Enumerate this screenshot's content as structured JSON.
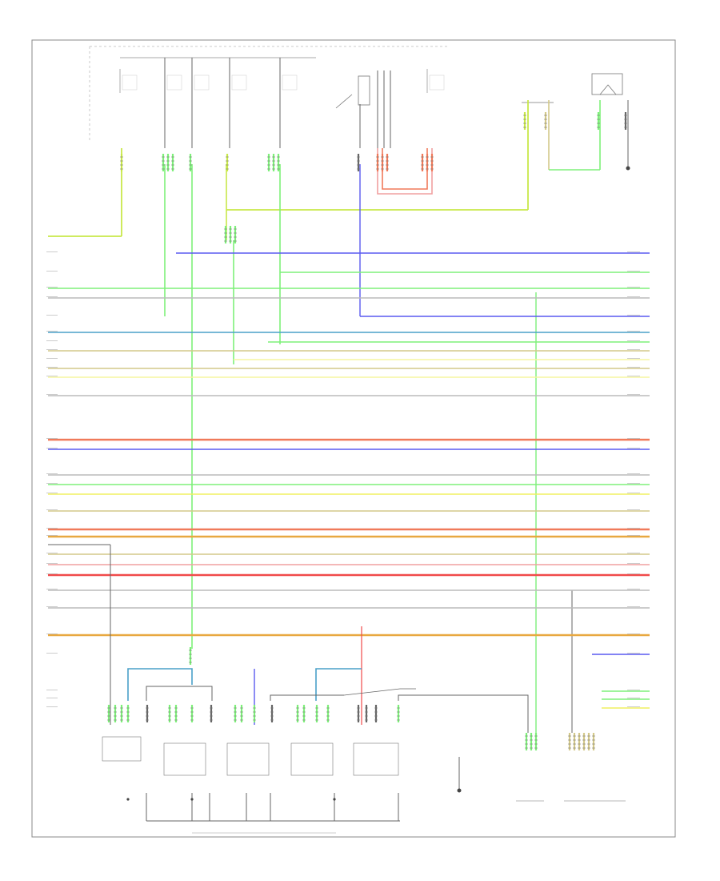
{
  "diagram": {
    "page_label": "",
    "footer_code": "",
    "bottom_labels": {
      "module_caption": "",
      "ground_caption": "",
      "connector_a_caption": "",
      "connector_b_caption": ""
    }
  },
  "colors": {
    "yellow_green": "#c8e84a",
    "light_green": "#7ef07a",
    "blue": "#5a5af0",
    "teal": "#4aa0c8",
    "tan": "#d4c98a",
    "yellow": "#f0f060",
    "light_yellow": "#f5f5a0",
    "gray": "#bbbbbb",
    "salmon": "#f07a5a",
    "red": "#f04a4a",
    "pink": "#f0a0a0",
    "orange": "#e8a840",
    "dark_gray": "#666666"
  },
  "horizontal_runs": [
    {
      "name": "run-01",
      "color": "blue"
    },
    {
      "name": "run-02",
      "color": "light_green"
    },
    {
      "name": "run-03",
      "color": "light_green"
    },
    {
      "name": "run-04",
      "color": "gray"
    },
    {
      "name": "run-05",
      "color": "blue"
    },
    {
      "name": "run-06",
      "color": "teal"
    },
    {
      "name": "run-07",
      "color": "light_green"
    },
    {
      "name": "run-08",
      "color": "tan"
    },
    {
      "name": "run-09",
      "color": "light_yellow"
    },
    {
      "name": "run-10",
      "color": "tan"
    },
    {
      "name": "run-11",
      "color": "light_yellow"
    },
    {
      "name": "run-12",
      "color": "gray"
    },
    {
      "name": "run-13",
      "color": "salmon"
    },
    {
      "name": "run-14",
      "color": "blue"
    },
    {
      "name": "run-15",
      "color": "gray"
    },
    {
      "name": "run-16",
      "color": "light_green"
    },
    {
      "name": "run-17",
      "color": "yellow"
    },
    {
      "name": "run-18",
      "color": "tan"
    },
    {
      "name": "run-19",
      "color": "salmon"
    },
    {
      "name": "run-20",
      "color": "orange"
    },
    {
      "name": "run-21",
      "color": "tan"
    },
    {
      "name": "run-22",
      "color": "pink"
    },
    {
      "name": "run-23",
      "color": "red"
    },
    {
      "name": "run-24",
      "color": "gray"
    },
    {
      "name": "run-25",
      "color": "gray"
    },
    {
      "name": "run-26",
      "color": "orange"
    },
    {
      "name": "run-27",
      "color": "blue"
    },
    {
      "name": "run-28",
      "color": "light_green"
    },
    {
      "name": "run-29",
      "color": "light_green"
    },
    {
      "name": "run-30",
      "color": "yellow"
    }
  ]
}
